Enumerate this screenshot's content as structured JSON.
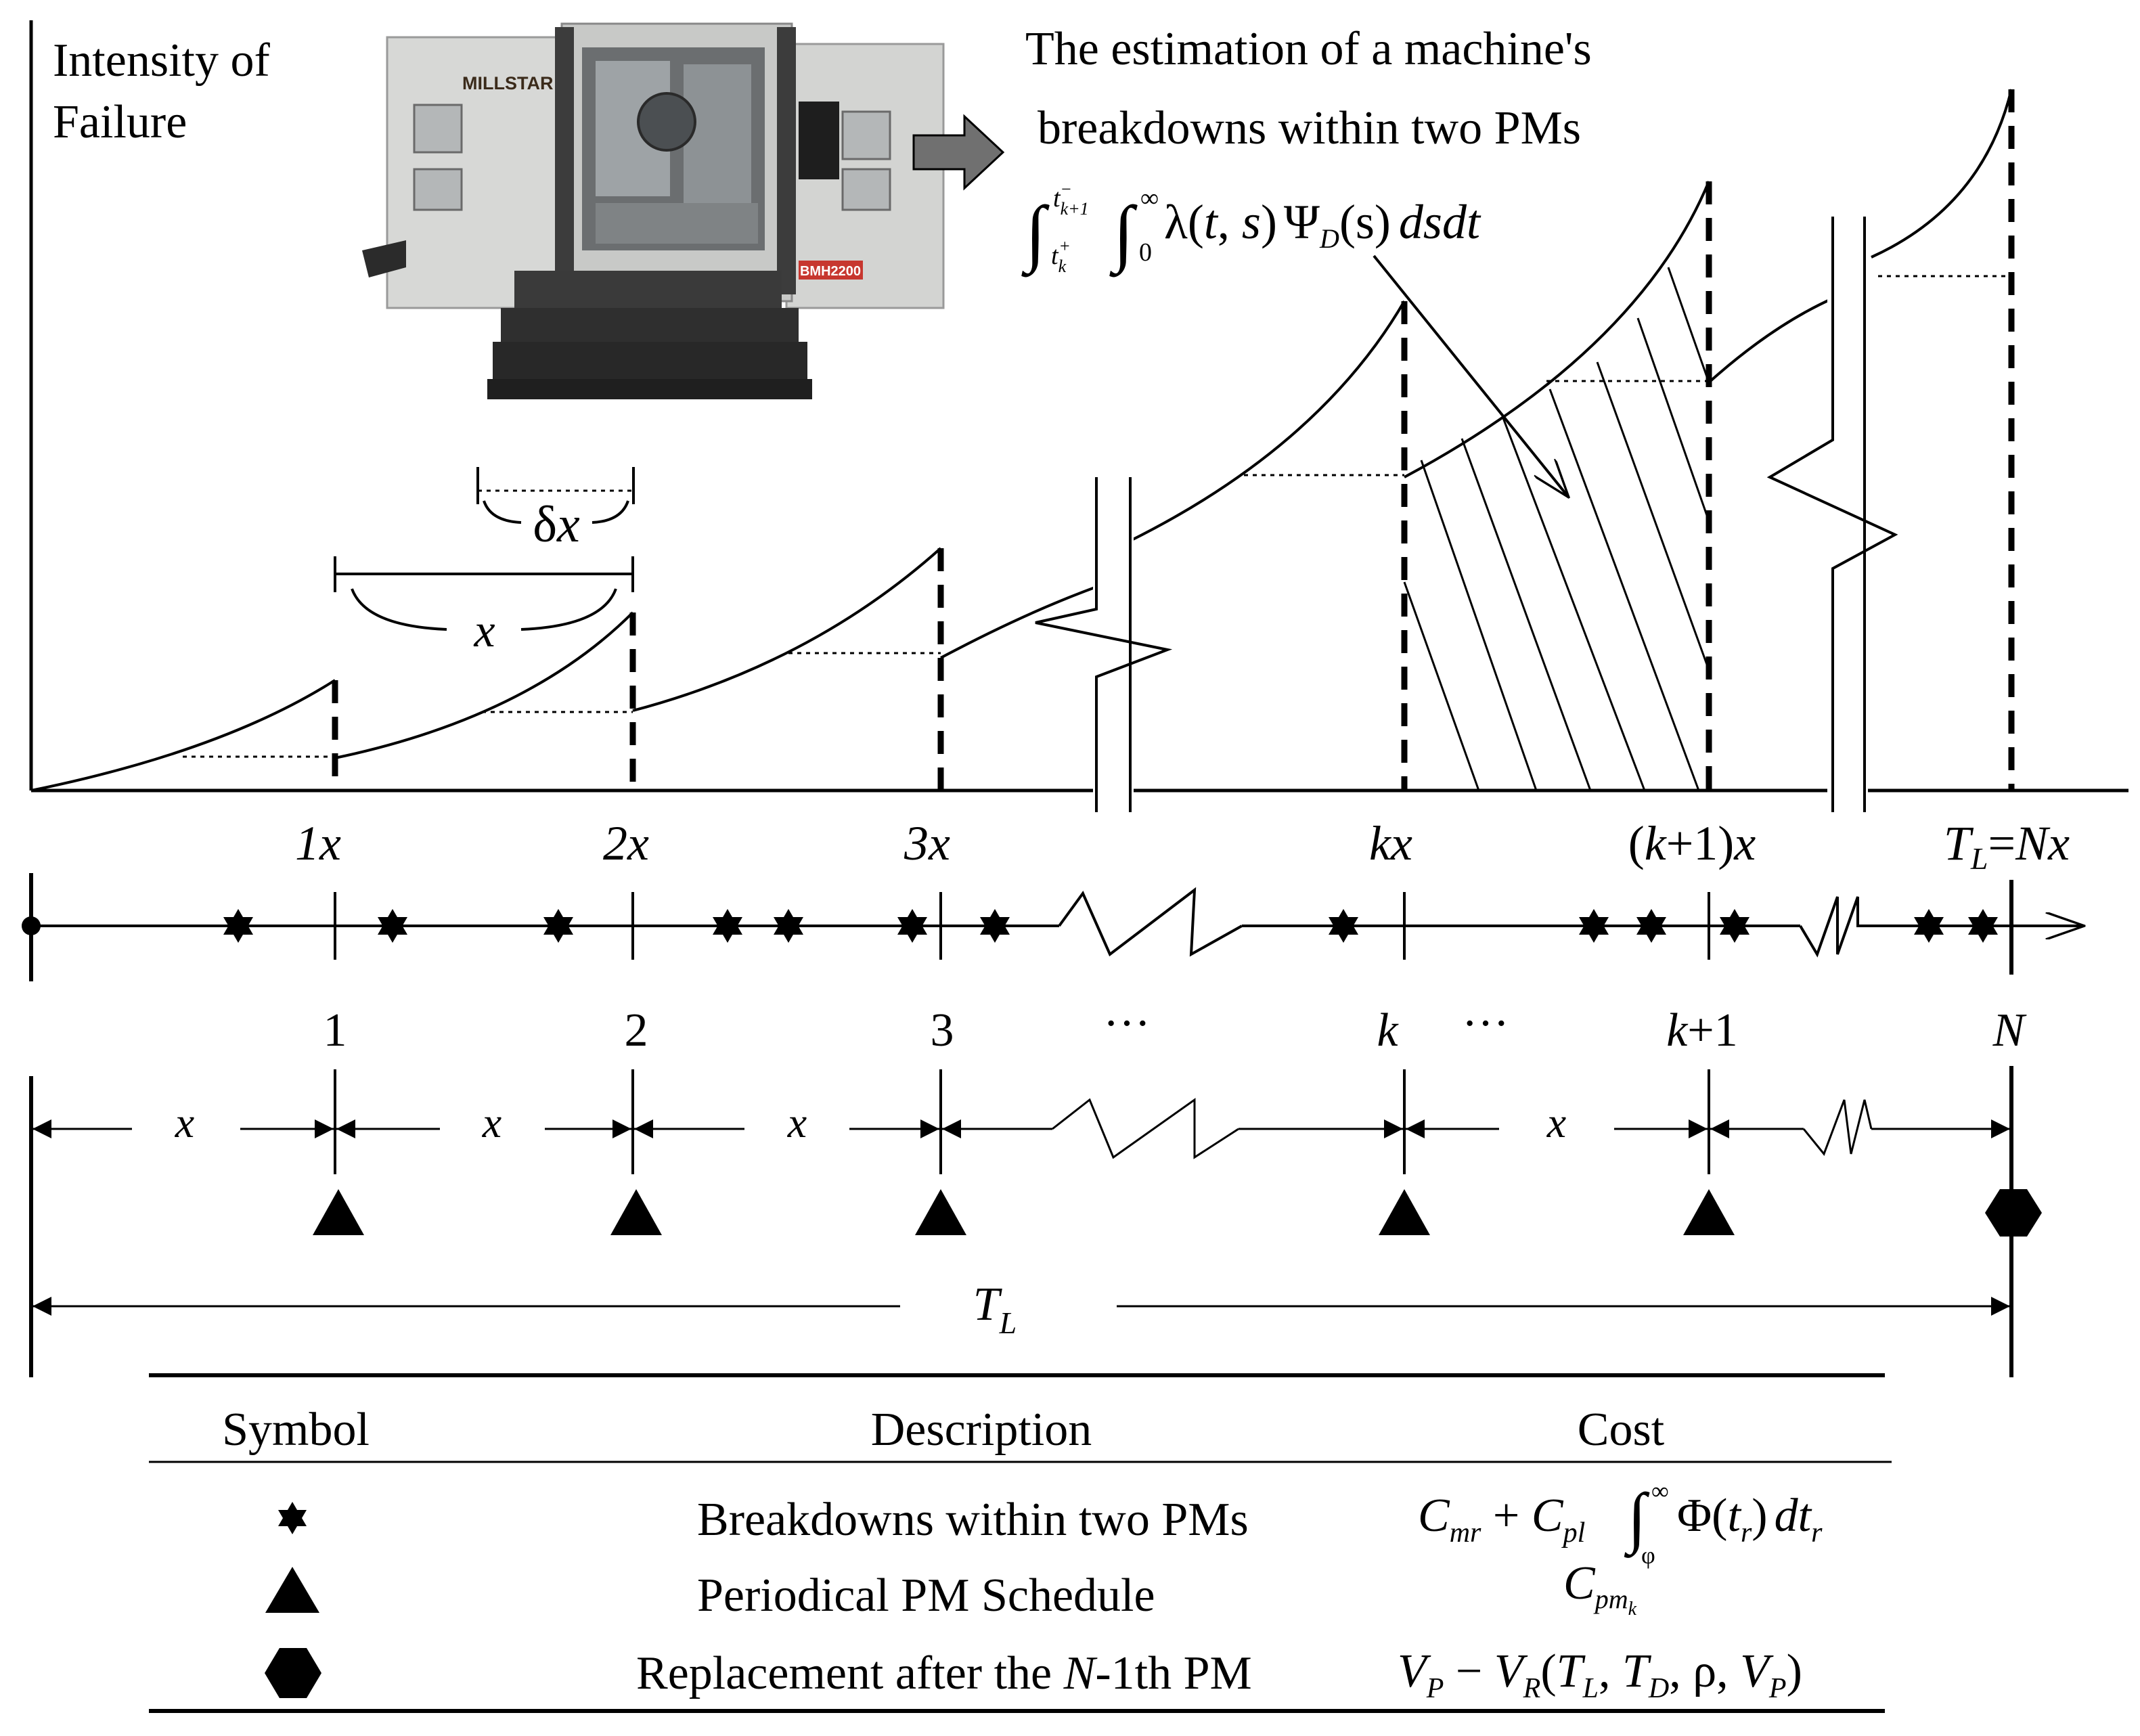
{
  "yaxis": {
    "line1": "Intensity of",
    "line2": "Failure"
  },
  "callout": {
    "line1": "The estimation of a machine's",
    "line2": "breakdowns within two PMs"
  },
  "machine": {
    "brand": "MILLSTAR",
    "model": "BMH2200"
  },
  "formula": {
    "lower": "t",
    "lower_sub": "k",
    "lower_sup": "+",
    "upper": "t",
    "upper_sub": "k+1",
    "upper_sup": "−",
    "zero": "0",
    "inf": "∞",
    "body_lambda": "λ(",
    "body_t": "t",
    "body_comma": ", ",
    "body_s": "s",
    "body_close": ")",
    "body_psi": "Ψ",
    "body_d": "D",
    "body_arg": "(s)",
    "body_tail": "dsdt"
  },
  "intervals": {
    "x_label": "x",
    "dx_delta": "δ",
    "dx_x": "x"
  },
  "multiples": {
    "m1_num": "1",
    "m1_x": "x",
    "m2_num": "2",
    "m2_x": "x",
    "m3_num": "3",
    "m3_x": "x",
    "mk_k": "k",
    "mk_x": "x",
    "mk1_open": "(",
    "mk1_k": "k",
    "mk1_rest": "+1)",
    "mk1_x": "x",
    "tl_T": "T",
    "tl_L": "L",
    "tl_eq": "=",
    "tl_N": "N",
    "tl_x": "x"
  },
  "pm_labels": {
    "p1": "1",
    "p2": "2",
    "p3": "3",
    "ellipsis1": "···",
    "pk": "k",
    "ellipsis2": "···",
    "pk1_k": "k",
    "pk1_rest": "+1",
    "pN": "N"
  },
  "spacing_labels": [
    "x",
    "x",
    "x",
    "x"
  ],
  "total": {
    "T": "T",
    "L": "L"
  },
  "legend": {
    "headers": {
      "symbol": "Symbol",
      "description": "Description",
      "cost": "Cost"
    },
    "rows": [
      {
        "symbol": "star",
        "description": "Breakdowns within two PMs"
      },
      {
        "symbol": "triangle",
        "description": "Periodical PM Schedule"
      },
      {
        "symbol": "hexagon",
        "description_pre": "Replacement after the ",
        "description_N": "N",
        "description_post": "-1th PM"
      }
    ],
    "cost1": {
      "C1": "C",
      "mr": "mr",
      "plus": " + ",
      "C2": "C",
      "pl": "pl",
      "int_lo": "φ",
      "int_hi": "∞",
      "phi": "Φ",
      "open": "(",
      "t": "t",
      "r": "r",
      "close": ")",
      "d": "dt",
      "r2": "r"
    },
    "cost2": {
      "C": "C",
      "pm": "pm",
      "k": "k"
    },
    "cost3": {
      "V1": "V",
      "P1": "P",
      "minus": " − ",
      "V2": "V",
      "R": "R",
      "open": "(",
      "T1": "T",
      "L": "L",
      "c1": ", ",
      "T2": "T",
      "D": "D",
      "c2": ", ",
      "rho": "ρ",
      "c3": ", ",
      "V3": "V",
      "P2": "P",
      "close": ")"
    }
  }
}
